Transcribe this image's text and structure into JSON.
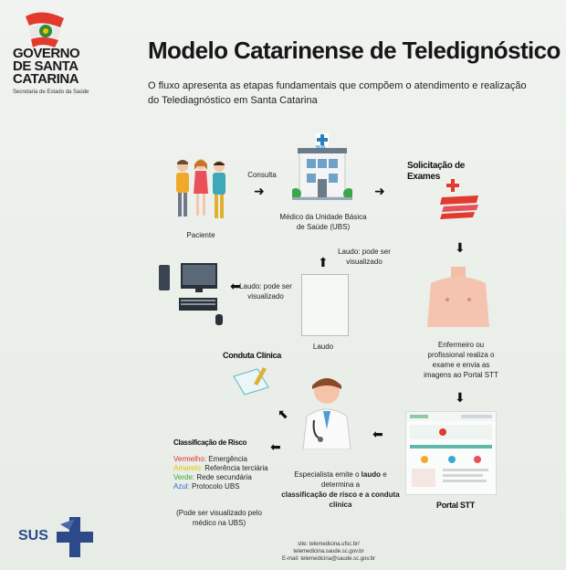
{
  "logo": {
    "lines": [
      "GOVERNO",
      "DE SANTA",
      "CATARINA"
    ],
    "sub": "Secretaria de Estado da Saúde"
  },
  "title": "Modelo Catarinense de Teledignóstico",
  "subtitle": "O fluxo apresenta as etapas fundamentais que compõem o atendimento e realização do Telediagnóstico em Santa Catarina",
  "flow": {
    "consulta": "Consulta",
    "paciente": "Paciente",
    "ubs": "Médico da Unidade Básica de Saúde (UBS)",
    "ubs_badge": "SUS",
    "solicitacao": "Solicitação de Exames",
    "enfermeiro": "Enfermeiro ou profissional realiza o exame e envia as imagens ao Portal STT",
    "portal": "Portal STT",
    "laudo_up": "Laudo: pode ser visualizado",
    "laudo_left": "Laudo: pode ser visualizado",
    "laudo": "Laudo",
    "conduta": "Conduta Clínica",
    "especialista_pre": "Especialista emite o",
    "especialista_bold": "laudo",
    "especialista_mid": "e determina a",
    "especialista_bold2": "classificação de risco e a conduta clínica"
  },
  "risk": {
    "title": "Classificação de Risco",
    "items": [
      {
        "color_name": "Vermelho:",
        "text": "Emergência",
        "color": "#e0332b"
      },
      {
        "color_name": "Amarelo:",
        "text": "Referência terciária",
        "color": "#e6c400"
      },
      {
        "color_name": "Verde:",
        "text": "Rede secundária",
        "color": "#3aa83a"
      },
      {
        "color_name": "Azul:",
        "text": "Protocolo UBS",
        "color": "#2a6fd0"
      }
    ],
    "note": "(Pode ser visualizado pelo médico na UBS)"
  },
  "sus": "SUS",
  "footer": [
    "site: telemedicina.ufsc.br/",
    "telemedicina.saude.sc.gov.br",
    "E-mail: telemedicina@saude.sc.gov.br"
  ],
  "colors": {
    "accent_red": "#e23a2e",
    "sus_blue": "#2c4a8a",
    "teal": "#5fb7a8"
  }
}
